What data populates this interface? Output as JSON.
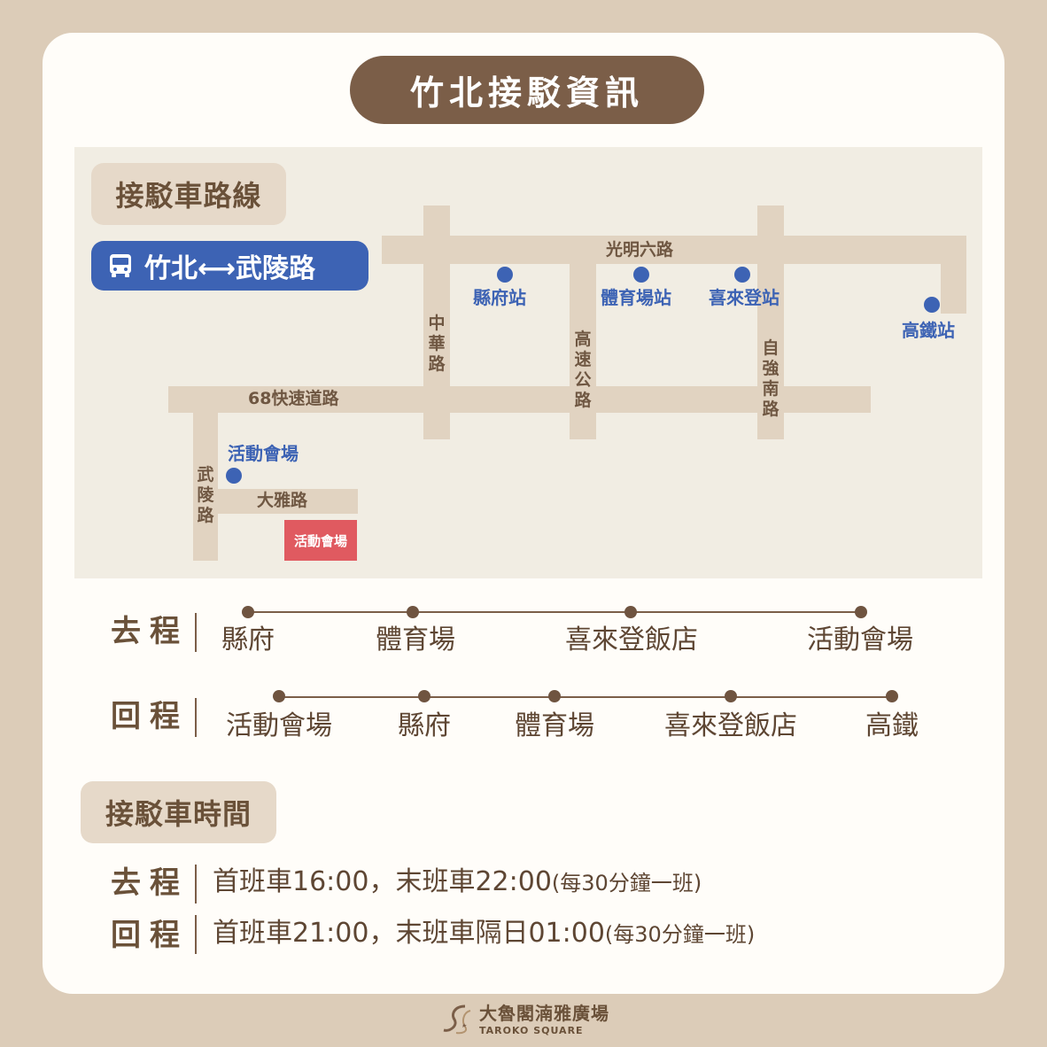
{
  "header": {
    "title": "竹北接駁資訊"
  },
  "route_section": {
    "tag": "接駁車路線",
    "route_name": "竹北⟷武陵路",
    "bus_icon": "bus-icon"
  },
  "map": {
    "roads": {
      "guangming6": "光明六路",
      "zhonghua": "中華路",
      "gaosu": "高速公路",
      "ziqiang_south": "自強南路",
      "expressway68": "68快速道路",
      "wuling": "武陵路",
      "daya": "大雅路"
    },
    "stops": {
      "county_gov": "縣府站",
      "stadium": "體育場站",
      "sheraton": "喜來登站",
      "hsr": "高鐵站",
      "venue": "活動會場"
    },
    "venue_box": "活動會場"
  },
  "schedule": {
    "outbound": {
      "label": "去程",
      "stops": [
        "縣府",
        "體育場",
        "喜來登飯店",
        "活動會場"
      ]
    },
    "return": {
      "label": "回程",
      "stops": [
        "活動會場",
        "縣府",
        "體育場",
        "喜來登飯店",
        "高鐵"
      ]
    }
  },
  "times": {
    "tag": "接駁車時間",
    "outbound": {
      "label": "去程",
      "text": "首班車16:00，末班車22:00",
      "note": "(每30分鐘一班)"
    },
    "return": {
      "label": "回程",
      "text": "首班車21:00，末班車隔日01:00",
      "note": "(每30分鐘一班)"
    }
  },
  "footer": {
    "brand_cn": "大魯閣湳雅廣場",
    "brand_en": "TAROKO SQUARE",
    "logo": "taroko-logo-icon"
  },
  "colors": {
    "brown": "#7b5e48",
    "blue": "#3d63b4",
    "red": "#e05a60",
    "background": "#dcccb8",
    "map_bg": "#f1ede3",
    "road": "#e1d3c1"
  }
}
